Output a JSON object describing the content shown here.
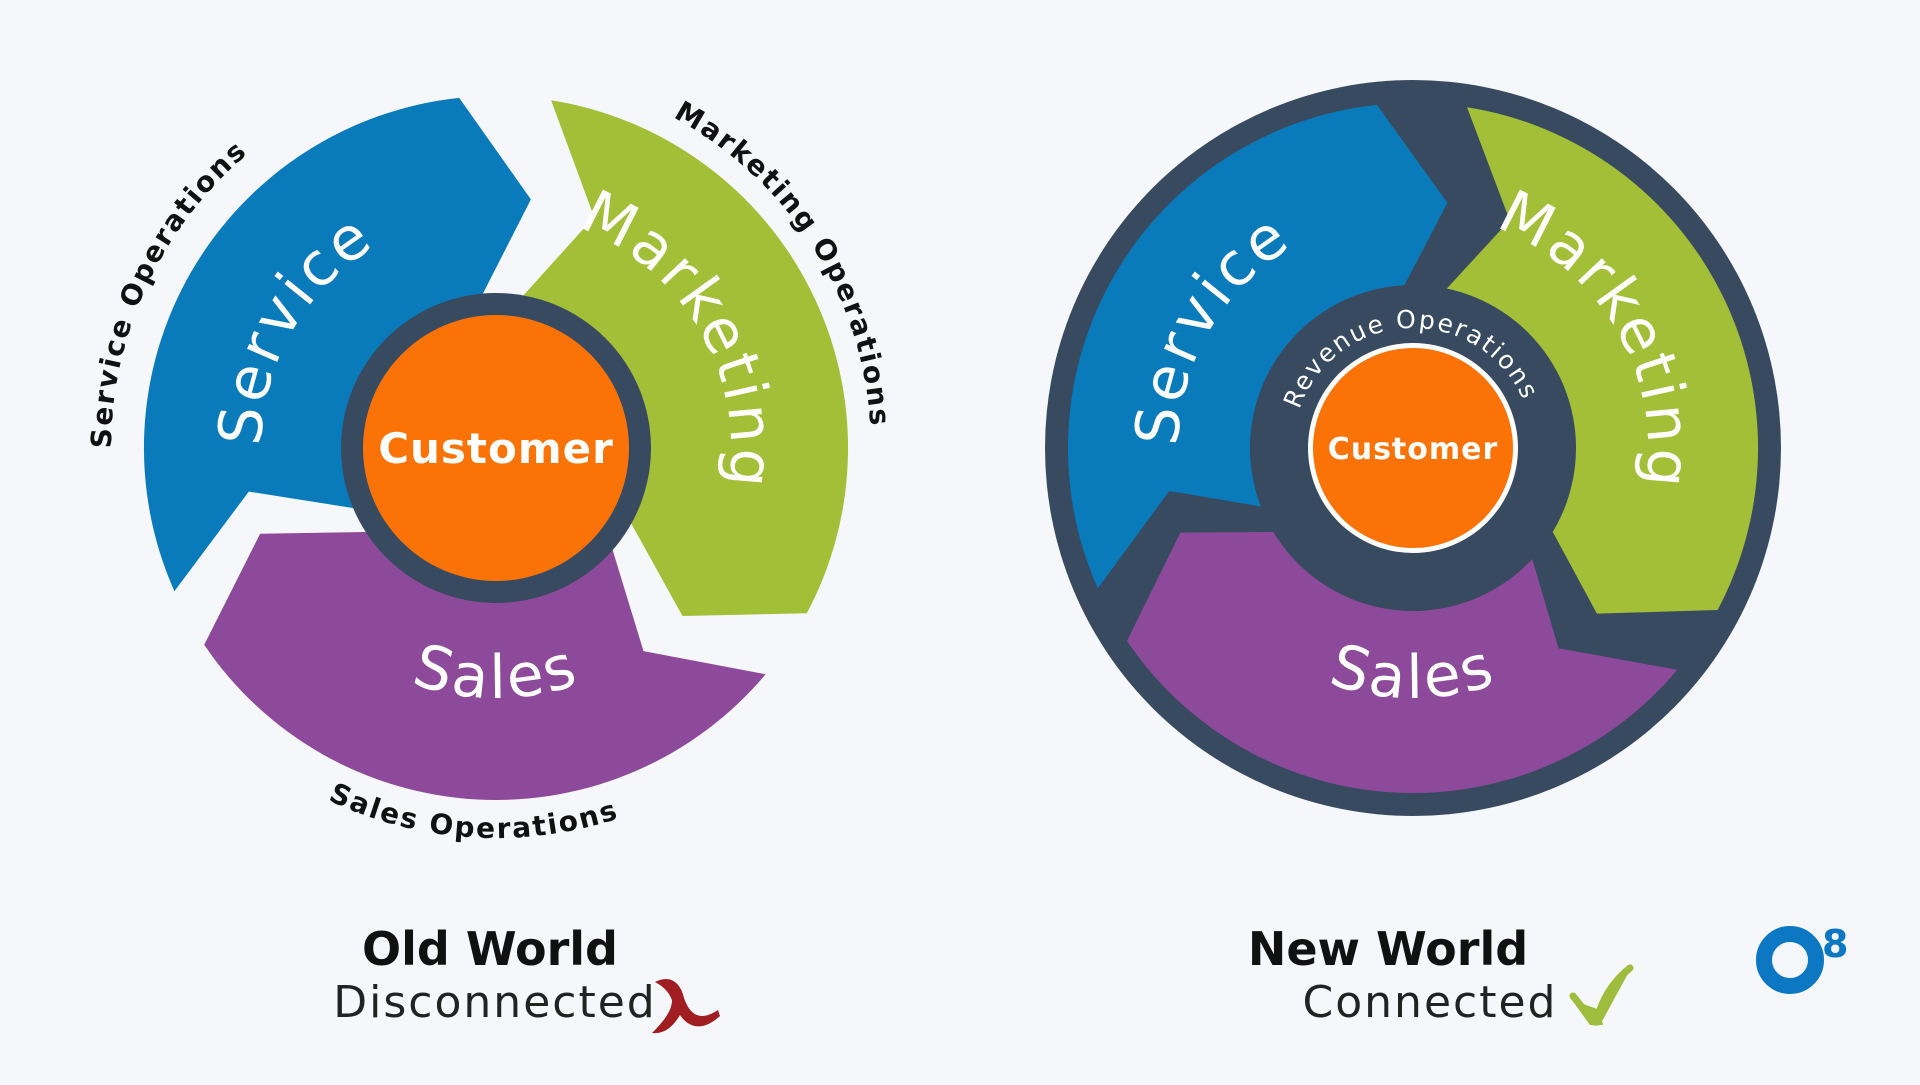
{
  "colors": {
    "background": "#f5f7fa",
    "service": "#0a7bba",
    "marketing": "#a3be37",
    "sales": "#8e4a9a",
    "customer": "#fb7307",
    "ring": "#374a60",
    "x_mark": "#a01d22",
    "check_mark": "#9ebd3c",
    "logo": "#0c78c4"
  },
  "old_world": {
    "segments": {
      "service": "Service",
      "marketing": "Marketing",
      "sales": "Sales"
    },
    "center": "Customer",
    "ops_labels": {
      "service": "Service Operations",
      "marketing": "Marketing Operations",
      "sales": "Sales Operations"
    },
    "caption_title": "Old World",
    "caption_sub": "Disconnected",
    "status_icon": "x-mark-icon"
  },
  "new_world": {
    "segments": {
      "service": "Service",
      "marketing": "Marketing",
      "sales": "Sales"
    },
    "center": "Customer",
    "ring_label": "Revenue Operations",
    "caption_title": "New World",
    "caption_sub": "Connected",
    "status_icon": "check-mark-icon"
  },
  "logo": {
    "main": "O",
    "superscript": "8"
  }
}
